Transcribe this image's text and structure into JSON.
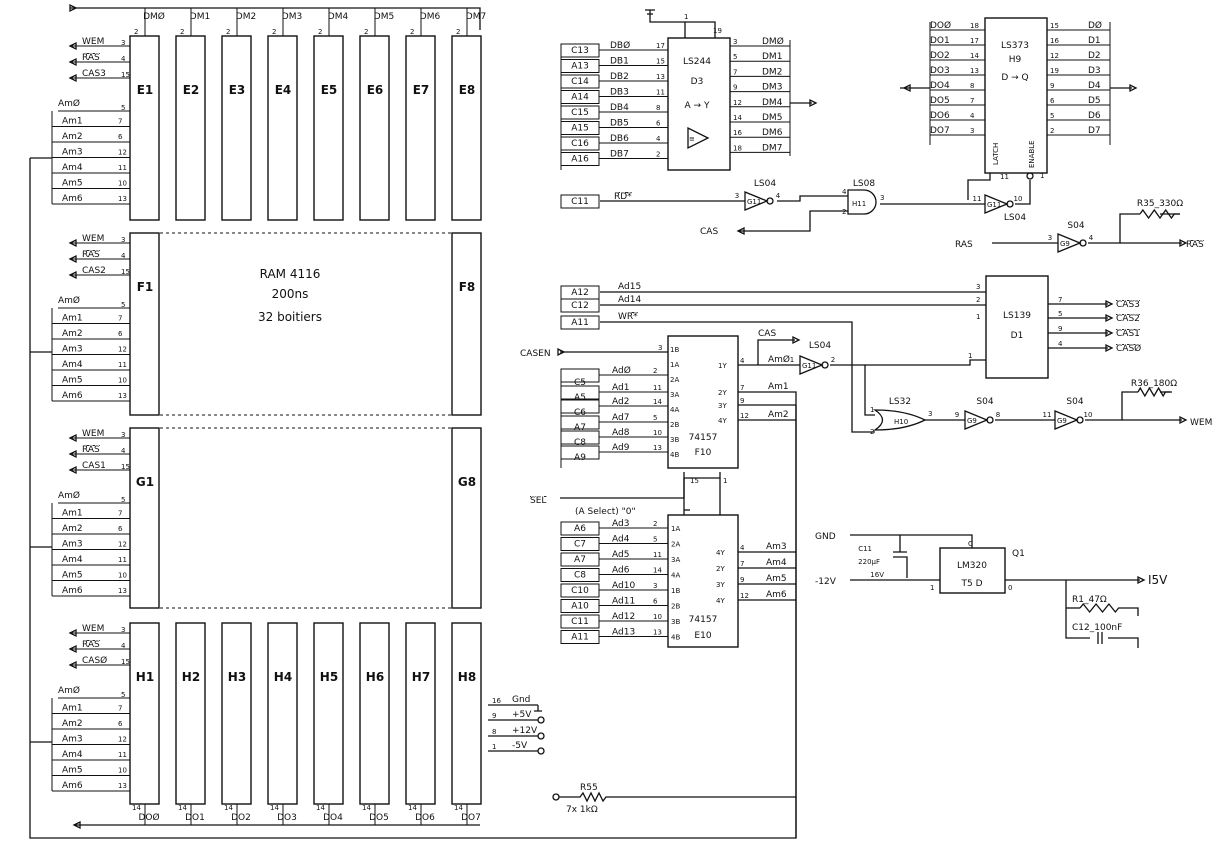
{
  "ram": {
    "columns": [
      "E",
      "F",
      "G",
      "H"
    ],
    "full_rows": [
      "E",
      "H"
    ],
    "chip_labels": {
      "E": [
        "E1",
        "E2",
        "E3",
        "E4",
        "E5",
        "E6",
        "E7",
        "E8"
      ],
      "F": [
        "F1",
        "F8"
      ],
      "G": [
        "G1",
        "G8"
      ],
      "H": [
        "H1",
        "H2",
        "H3",
        "H4",
        "H5",
        "H6",
        "H7",
        "H8"
      ]
    },
    "dm_bus": [
      "DMØ",
      "DM1",
      "DM2",
      "DM3",
      "DM4",
      "DM5",
      "DM6",
      "DM7"
    ],
    "do_bus": [
      "DOØ",
      "DO1",
      "DO2",
      "DO3",
      "DO4",
      "DO5",
      "DO6",
      "DO7"
    ],
    "ctrl_labels": {
      "E": [
        "WEM",
        "RAS",
        "CAS3"
      ],
      "F": [
        "WEM",
        "RAS",
        "CAS2"
      ],
      "G": [
        "WEM",
        "RAS",
        "CAS1"
      ],
      "H": [
        "WEM",
        "RAS",
        "CASØ"
      ]
    },
    "ctrl_pins": [
      "3",
      "4",
      "15"
    ],
    "addr_labels": [
      "AmØ",
      "Am1",
      "Am2",
      "Am3",
      "Am4",
      "Am5",
      "Am6"
    ],
    "addr_pins": [
      "5",
      "7",
      "6",
      "12",
      "11",
      "10",
      "13"
    ],
    "note": [
      "RAM 4116",
      "200ns",
      "32 boitiers"
    ],
    "power": [
      {
        "pin": "16",
        "label": "Gnd"
      },
      {
        "pin": "9",
        "label": "+5V"
      },
      {
        "pin": "8",
        "label": "+12V"
      },
      {
        "pin": "1",
        "label": "-5V"
      }
    ],
    "top_pin": "2",
    "bottom_pin": "14"
  },
  "d3": {
    "type": "LS244",
    "name": "D3",
    "fn": "A → Y",
    "inputs": [
      [
        "C13",
        "DBØ",
        "17"
      ],
      [
        "A13",
        "DB1",
        "15"
      ],
      [
        "C14",
        "DB2",
        "13"
      ],
      [
        "A14",
        "DB3",
        "11"
      ],
      [
        "C15",
        "DB4",
        "8"
      ],
      [
        "A15",
        "DB5",
        "6"
      ],
      [
        "C16",
        "DB6",
        "4"
      ],
      [
        "A16",
        "DB7",
        "2"
      ]
    ],
    "outputs": [
      [
        "3",
        "DMØ"
      ],
      [
        "5",
        "DM1"
      ],
      [
        "7",
        "DM2"
      ],
      [
        "9",
        "DM3"
      ],
      [
        "12",
        "DM4"
      ],
      [
        "14",
        "DM5"
      ],
      [
        "16",
        "DM6"
      ],
      [
        "18",
        "DM7"
      ]
    ],
    "top_pins": [
      "1",
      "19"
    ]
  },
  "h9": {
    "type": "LS373",
    "name": "H9",
    "fn": "D → Q",
    "inputs": [
      [
        "DOØ",
        "18"
      ],
      [
        "DO1",
        "17"
      ],
      [
        "DO2",
        "14"
      ],
      [
        "DO3",
        "13"
      ],
      [
        "DO4",
        "8"
      ],
      [
        "DO5",
        "7"
      ],
      [
        "DO6",
        "4"
      ],
      [
        "DO7",
        "3"
      ]
    ],
    "outputs": [
      [
        "15",
        "DØ"
      ],
      [
        "16",
        "D1"
      ],
      [
        "12",
        "D2"
      ],
      [
        "19",
        "D3"
      ],
      [
        "9",
        "D4"
      ],
      [
        "6",
        "D5"
      ],
      [
        "5",
        "D6"
      ],
      [
        "2",
        "D7"
      ]
    ],
    "latch": "LATCH",
    "enable": "ENABLE",
    "latch_pin": "11",
    "enable_pin": "1"
  },
  "rd_logic": {
    "conn": "C11",
    "signal": "RD*",
    "cas": "CAS",
    "g1": {
      "type": "LS04",
      "name": "G11",
      "pin_in": "3",
      "pin_out": "4"
    },
    "g2": {
      "type": "LS08",
      "name": "H11",
      "pin_a": "4",
      "pin_b": "2",
      "pin_out": "3"
    },
    "g3": {
      "type": "LS04",
      "name": "G11",
      "pin_in": "11",
      "pin_out": "10"
    }
  },
  "ras_logic": {
    "in": "RAS",
    "type": "S04",
    "name": "G9",
    "pin_in": "3",
    "pin_out": "4",
    "res": "R35_330Ω",
    "out": "RAS"
  },
  "d1": {
    "type": "LS139",
    "name": "D1",
    "inputs": [
      [
        "A12",
        "Ad15",
        "3"
      ],
      [
        "C12",
        "Ad14",
        "2"
      ],
      [
        "A11",
        "WR*",
        "1"
      ]
    ],
    "outputs": [
      [
        "7",
        "CAS3"
      ],
      [
        "5",
        "CAS2"
      ],
      [
        "9",
        "CAS1"
      ],
      [
        "4",
        "CASØ"
      ]
    ],
    "g_pin": "1"
  },
  "f10": {
    "type": "74157",
    "name": "F10",
    "enable_in": "CASEN",
    "enable_pin": "3",
    "inputs": [
      [
        "",
        "AdØ",
        "2",
        "1B"
      ],
      [
        "C5",
        "",
        "",
        ""
      ],
      [
        "A5",
        "Ad1",
        "11",
        "2A"
      ],
      [
        "C6",
        "Ad2",
        "14",
        "3A"
      ],
      [
        "A7",
        "Ad7",
        "5",
        "2B"
      ],
      [
        "C8",
        "Ad8",
        "10",
        "3B"
      ],
      [
        "A9",
        "Ad9",
        "13",
        "4B"
      ]
    ],
    "left_pins": [
      "1B",
      "1A",
      "2A",
      "3A",
      "4A",
      "2B",
      "3B",
      "4B"
    ],
    "outputs": [
      [
        "4",
        "1Y",
        "AmØ"
      ],
      [
        "7",
        "2Y",
        "Am1"
      ],
      [
        "9",
        "3Y",
        ""
      ],
      [
        "12",
        "4Y",
        "Am2"
      ]
    ],
    "cas_label": "CAS",
    "inv": {
      "type": "LS04",
      "name": "G11",
      "pin_in": "1",
      "pin_out": "2"
    }
  },
  "sel": {
    "label": "SEL",
    "note": "(A Select) \"0\"",
    "pin1": "15",
    "pin2": "1"
  },
  "e10": {
    "type": "74157",
    "name": "E10",
    "inputs": [
      [
        "A6",
        "Ad3",
        "2",
        "1A"
      ],
      [
        "C7",
        "Ad4",
        "5",
        "2A"
      ],
      [
        "A7",
        "Ad5",
        "11",
        "3A"
      ],
      [
        "C8",
        "Ad6",
        "14",
        "4A"
      ],
      [
        "C10",
        "Ad10",
        "3",
        "1B"
      ],
      [
        "A10",
        "Ad11",
        "6",
        "2B"
      ],
      [
        "C11",
        "Ad12",
        "10",
        "3B"
      ],
      [
        "A11",
        "Ad13",
        "13",
        "4B"
      ]
    ],
    "outputs": [
      [
        "4",
        "4Y",
        "Am3"
      ],
      [
        "7",
        "2Y",
        "Am4"
      ],
      [
        "9",
        "3Y",
        "Am5"
      ],
      [
        "12",
        "4Y",
        "Am6"
      ]
    ]
  },
  "wem_logic": {
    "g1": {
      "type": "LS32",
      "name": "H10",
      "pin_a": "1",
      "pin_b": "2",
      "pin_out": "3"
    },
    "g2": {
      "type": "S04",
      "name": "G9",
      "pin_in": "9",
      "pin_out": "8"
    },
    "g3": {
      "type": "S04",
      "name": "G9",
      "pin_in": "11",
      "pin_out": "10"
    },
    "res": "R36_180Ω",
    "out": "WEM"
  },
  "psu": {
    "reg_type": "LM320",
    "reg_name": "T5 D",
    "ref": "Q1",
    "gnd": "GND",
    "vin": "-12V",
    "vout": "I5V",
    "pin_c": "C",
    "pin_i": "1",
    "pin_o": "0",
    "cap_in": [
      "C11",
      "220µF",
      "16V"
    ],
    "r_load": "R1_47Ω",
    "c_out": "C12_100nF"
  },
  "r55": {
    "name": "R55",
    "value": "7x 1kΩ"
  }
}
